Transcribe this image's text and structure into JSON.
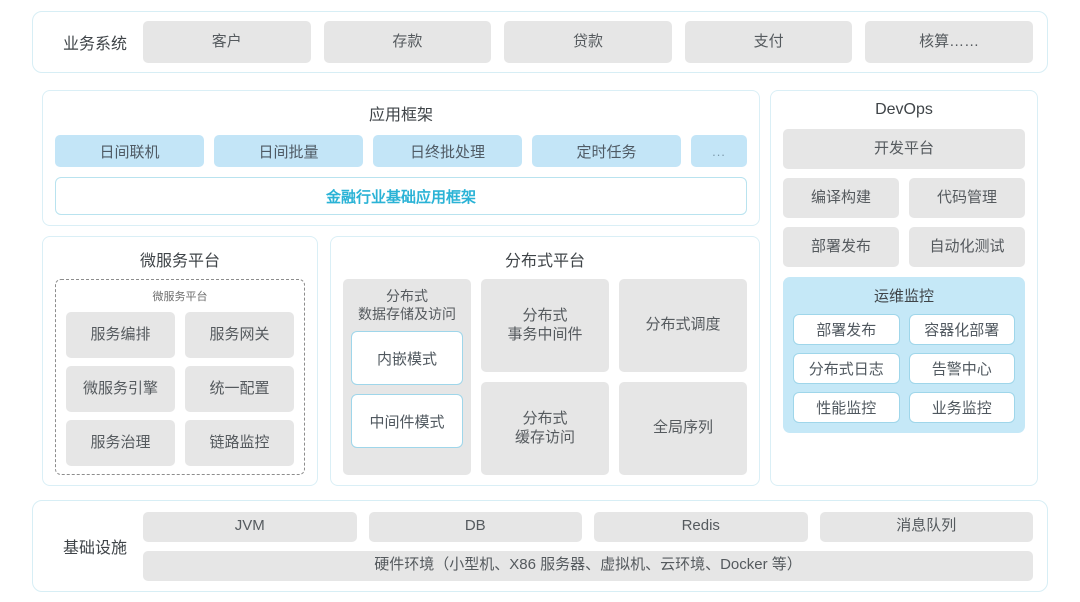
{
  "business_row": {
    "label": "业务系统",
    "items": [
      "客户",
      "存款",
      "贷款",
      "支付",
      "核算……"
    ]
  },
  "app_framework": {
    "title": "应用框架",
    "items": [
      "日间联机",
      "日间批量",
      "日终批处理",
      "定时任务",
      "..."
    ],
    "base_label": "金融行业基础应用框架",
    "accent_color": "#2bb3d6"
  },
  "microservice": {
    "title": "微服务平台",
    "inner_title": "微服务平台",
    "items": [
      "服务编排",
      "服务网关",
      "微服务引擎",
      "统一配置",
      "服务治理",
      "链路监控"
    ]
  },
  "distributed": {
    "title": "分布式平台",
    "storage_label": "分布式\n数据存储及访问",
    "storage_label_line1": "分布式",
    "storage_label_line2": "数据存储及访问",
    "storage_modes": [
      "内嵌模式",
      "中间件模式"
    ],
    "items": [
      "分布式\n事务中间件",
      "分布式调度",
      "分布式\n缓存访问",
      "全局序列"
    ]
  },
  "devops": {
    "title": "DevOps",
    "platform_label": "开发平台",
    "items": [
      "编译构建",
      "代码管理",
      "部署发布",
      "自动化测试"
    ],
    "ops_monitor": {
      "title": "运维监控",
      "items": [
        "部署发布",
        "容器化部署",
        "分布式日志",
        "告警中心",
        "性能监控",
        "业务监控"
      ],
      "background_color": "#c5e8f7"
    }
  },
  "infrastructure": {
    "label": "基础设施",
    "items": [
      "JVM",
      "DB",
      "Redis",
      "消息队列"
    ],
    "hardware": "硬件环境（小型机、X86 服务器、虚拟机、云环境、Docker 等）"
  },
  "colors": {
    "gray_box": "#e6e6e6",
    "blue_box": "#c3e5f7",
    "panel_border": "#daeff6",
    "accent": "#2bb3d6"
  }
}
